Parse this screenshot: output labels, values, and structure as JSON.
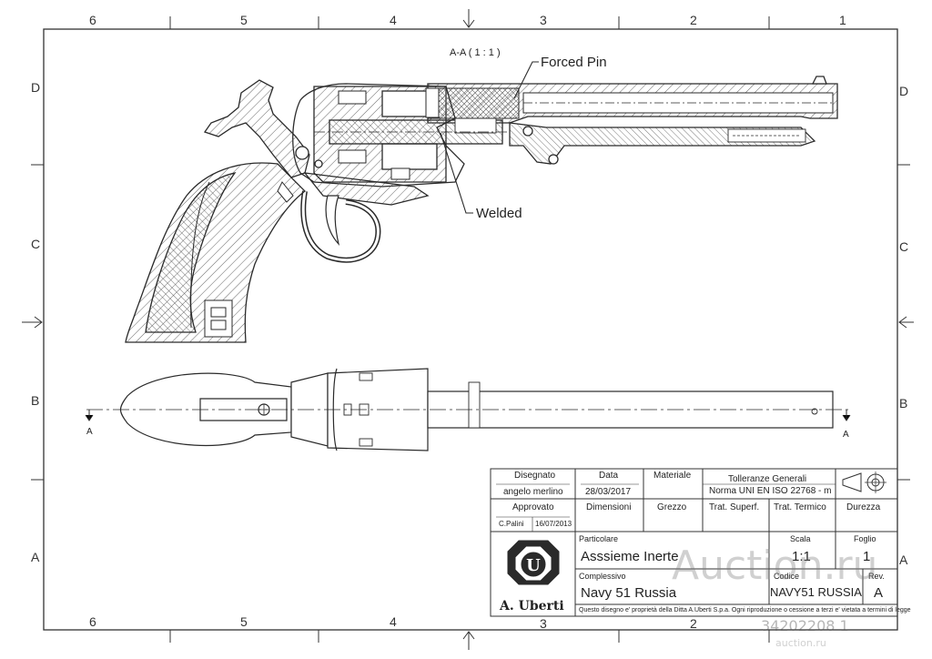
{
  "section_label": "A-A ( 1 : 1 )",
  "annotations": {
    "forced_pin": "Forced Pin",
    "welded": "Welded",
    "cut_left": "A",
    "cut_right": "A"
  },
  "zones": {
    "columns": [
      "6",
      "5",
      "4",
      "3",
      "2",
      "1"
    ],
    "rows": [
      "D",
      "C",
      "B",
      "A"
    ]
  },
  "title_block": {
    "disegnato_label": "Disegnato",
    "disegnato_value": "angelo merlino",
    "data_label": "Data",
    "data_value": "28/03/2017",
    "materiale_label": "Materiale",
    "tolleranze_label": "Tolleranze Generali",
    "tolleranze_value": "Norma UNI EN ISO 22768 - m",
    "approvato_label": "Approvato",
    "approvato_name": "C.Palini",
    "approvato_date": "16/07/2013",
    "dimensioni_label": "Dimensioni",
    "grezzo_label": "Grezzo",
    "trat_superf_label": "Trat. Superf.",
    "trat_termico_label": "Trat. Termico",
    "durezza_label": "Durezza",
    "particolare_label": "Particolare",
    "particolare_value": "Asssieme Inerte",
    "scala_label": "Scala",
    "scala_value": "1:1",
    "foglio_label": "Foglio",
    "foglio_value": "1",
    "complessivo_label": "Complessivo",
    "complessivo_value": "Navy 51 Russia",
    "codice_label": "Codice",
    "codice_value": "NAVY51 RUSSIA",
    "rev_label": "Rev.",
    "rev_value": "A",
    "company": "A. Uberti",
    "disclaimer": "Questo disegno e' proprietà della Ditta A.Uberti S.p.a. Ogni riproduzione o cessione a terzi e' vietata a termini di legge"
  },
  "watermark": {
    "brand": "Auction.ru",
    "number": "34202208 1",
    "site": "auction.ru"
  },
  "colors": {
    "line": "#2a2a2a",
    "hatch": "#555555",
    "paper": "#ffffff"
  }
}
